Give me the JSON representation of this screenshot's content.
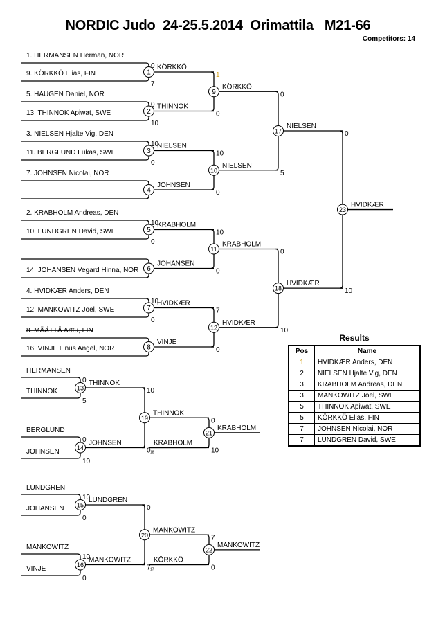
{
  "header": {
    "title": "NORDIC Judo  24-25.5.2014  Orimattila   M21-66",
    "competitors_label": "Competitors:",
    "competitors_count": "14"
  },
  "competitors": [
    {
      "label": "1. HERMANSEN Herman, NOR"
    },
    {
      "label": "9. KÖRKKÖ Elias, FIN"
    },
    {
      "label": "5. HAUGEN Daniel, NOR"
    },
    {
      "label": "13. THINNOK Apiwat, SWE"
    },
    {
      "label": "3. NIELSEN Hjalte Vig, DEN"
    },
    {
      "label": "11. BERGLUND Lukas, SWE"
    },
    {
      "label": "7. JOHNSEN Nicolai, NOR"
    },
    {
      "label": ""
    },
    {
      "label": "2. KRABHOLM Andreas, DEN"
    },
    {
      "label": "10. LUNDGREN David, SWE"
    },
    {
      "label": ""
    },
    {
      "label": "14. JOHANSEN Vegard Hinna, NOR"
    },
    {
      "label": "4. HVIDKÆR Anders, DEN"
    },
    {
      "label": "12. MANKOWITZ Joel, SWE"
    },
    {
      "label": "8. MÄÄTTÄ Arttu, FIN",
      "withdrawn": true
    },
    {
      "label": "16. VINJE Linus Angel, NOR"
    }
  ],
  "main_matches": [
    {
      "id": "1",
      "winner": "KÖRKKÖ",
      "score_top": "0",
      "score_bottom": "7"
    },
    {
      "id": "2",
      "winner": "THINNOK",
      "score_top": "0",
      "score_bottom": "10"
    },
    {
      "id": "3",
      "winner": "NIELSEN",
      "score_top": "10",
      "score_bottom": "0"
    },
    {
      "id": "4",
      "winner": "JOHNSEN",
      "score_top": "",
      "score_bottom": ""
    },
    {
      "id": "5",
      "winner": "KRABHOLM",
      "score_top": "10",
      "score_bottom": "0"
    },
    {
      "id": "6",
      "winner": "JOHANSEN",
      "score_top": "",
      "score_bottom": ""
    },
    {
      "id": "7",
      "winner": "HVIDKÆR",
      "score_top": "10",
      "score_bottom": "0"
    },
    {
      "id": "8",
      "winner": "VINJE",
      "score_top": "",
      "score_bottom": ""
    },
    {
      "id": "9",
      "winner": "KÖRKKÖ",
      "score_top": "1",
      "score_bottom": "0"
    },
    {
      "id": "10",
      "winner": "NIELSEN",
      "score_top": "10",
      "score_bottom": "0"
    },
    {
      "id": "11",
      "winner": "KRABHOLM",
      "score_top": "10",
      "score_bottom": "0"
    },
    {
      "id": "12",
      "winner": "HVIDKÆR",
      "score_top": "7",
      "score_bottom": "0"
    },
    {
      "id": "17",
      "winner": "NIELSEN",
      "score_top": "0",
      "score_bottom": "5"
    },
    {
      "id": "18",
      "winner": "HVIDKÆR",
      "score_top": "0",
      "score_bottom": "10"
    },
    {
      "id": "23",
      "winner": "HVIDKÆR",
      "score_top": "0",
      "score_bottom": "10"
    }
  ],
  "repechage": [
    {
      "entrants": [
        "HERMANSEN",
        "THINNOK",
        "BERGLUND",
        "JOHNSEN"
      ],
      "matches": [
        {
          "id": "13",
          "winner": "THINNOK",
          "score_top": "0",
          "score_bottom": "5"
        },
        {
          "id": "14",
          "winner": "JOHNSEN",
          "score_top": "0",
          "score_bottom": "10"
        },
        {
          "id": "19",
          "winner": "THINNOK",
          "score_top": "10",
          "score_bottom": "0",
          "feed_note": "18"
        },
        {
          "id": "21",
          "winner": "KRABHOLM",
          "score_top": "0",
          "score_bottom": "10"
        }
      ],
      "crossover_entrant": "KRABHOLM"
    },
    {
      "entrants": [
        "LUNDGREN",
        "JOHANSEN",
        "MANKOWITZ",
        "VINJE"
      ],
      "matches": [
        {
          "id": "15",
          "winner": "LUNDGREN",
          "score_top": "10",
          "score_bottom": "0"
        },
        {
          "id": "16",
          "winner": "MANKOWITZ",
          "score_top": "10",
          "score_bottom": "0"
        },
        {
          "id": "20",
          "winner": "MANKOWITZ",
          "score_top": "0",
          "score_bottom": "7",
          "feed_note": "17"
        },
        {
          "id": "22",
          "winner": "MANKOWITZ",
          "score_top": "7",
          "score_bottom": "0"
        }
      ],
      "crossover_entrant": "KÖRKKÖ"
    }
  ],
  "results": {
    "title": "Results",
    "headers": [
      "Pos",
      "Name"
    ],
    "rows": [
      {
        "pos": "1",
        "name": "HVIDKÆR Anders, DEN"
      },
      {
        "pos": "2",
        "name": "NIELSEN Hjalte Vig, DEN"
      },
      {
        "pos": "3",
        "name": "KRABHOLM Andreas, DEN"
      },
      {
        "pos": "3",
        "name": "MANKOWITZ Joel, SWE"
      },
      {
        "pos": "5",
        "name": "THINNOK Apiwat, SWE"
      },
      {
        "pos": "5",
        "name": "KÖRKKÖ Elias, FIN"
      },
      {
        "pos": "7",
        "name": "JOHNSEN Nicolai, NOR"
      },
      {
        "pos": "7",
        "name": "LUNDGREN David, SWE"
      }
    ]
  },
  "colors": {
    "line": "#000000",
    "first_place": "#d4a017"
  }
}
